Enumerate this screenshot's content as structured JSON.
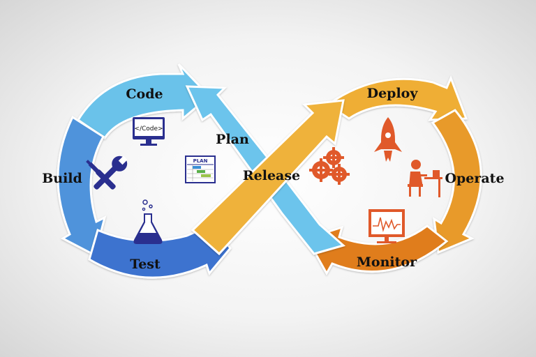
{
  "stages": {
    "code": "Code",
    "plan": "Plan",
    "build": "Build",
    "test": "Test",
    "release": "Release",
    "deploy": "Deploy",
    "operate": "Operate",
    "monitor": "Monitor"
  },
  "icons": {
    "code_screen": "</Code>",
    "plan_board": "PLAN"
  },
  "colors": {
    "blue_light": "#63bde6",
    "blue_dark": "#3f7ed6",
    "orange_light": "#f0b43a",
    "orange_dark": "#e07e1f",
    "icon_blue": "#2a2f8f",
    "icon_orange": "#e0592a"
  }
}
